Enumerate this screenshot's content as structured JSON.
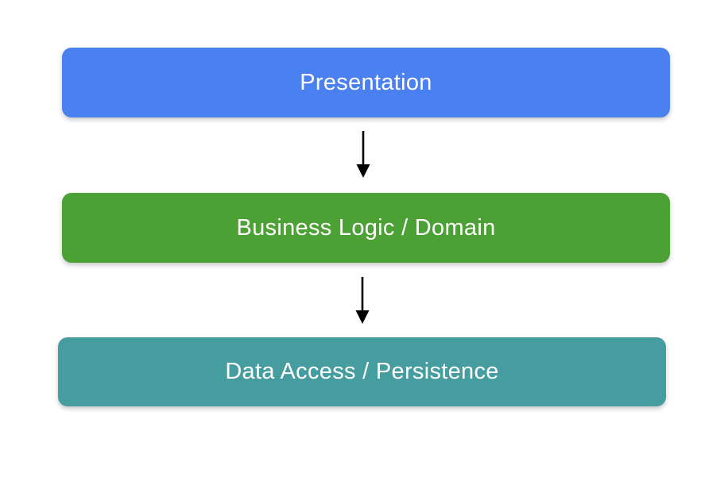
{
  "diagram": {
    "background_color": "#ffffff",
    "text_color": "#ffffff",
    "arrow_color": "#000000",
    "layers": [
      {
        "label": "Presentation",
        "color": "#4a80f0"
      },
      {
        "label": "Business Logic / Domain",
        "color": "#4ca135"
      },
      {
        "label": "Data Access / Persistence",
        "color": "#459da0"
      }
    ],
    "connections": [
      {
        "from": "Presentation",
        "to": "Business Logic / Domain",
        "direction": "down"
      },
      {
        "from": "Business Logic / Domain",
        "to": "Data Access / Persistence",
        "direction": "down"
      }
    ]
  }
}
